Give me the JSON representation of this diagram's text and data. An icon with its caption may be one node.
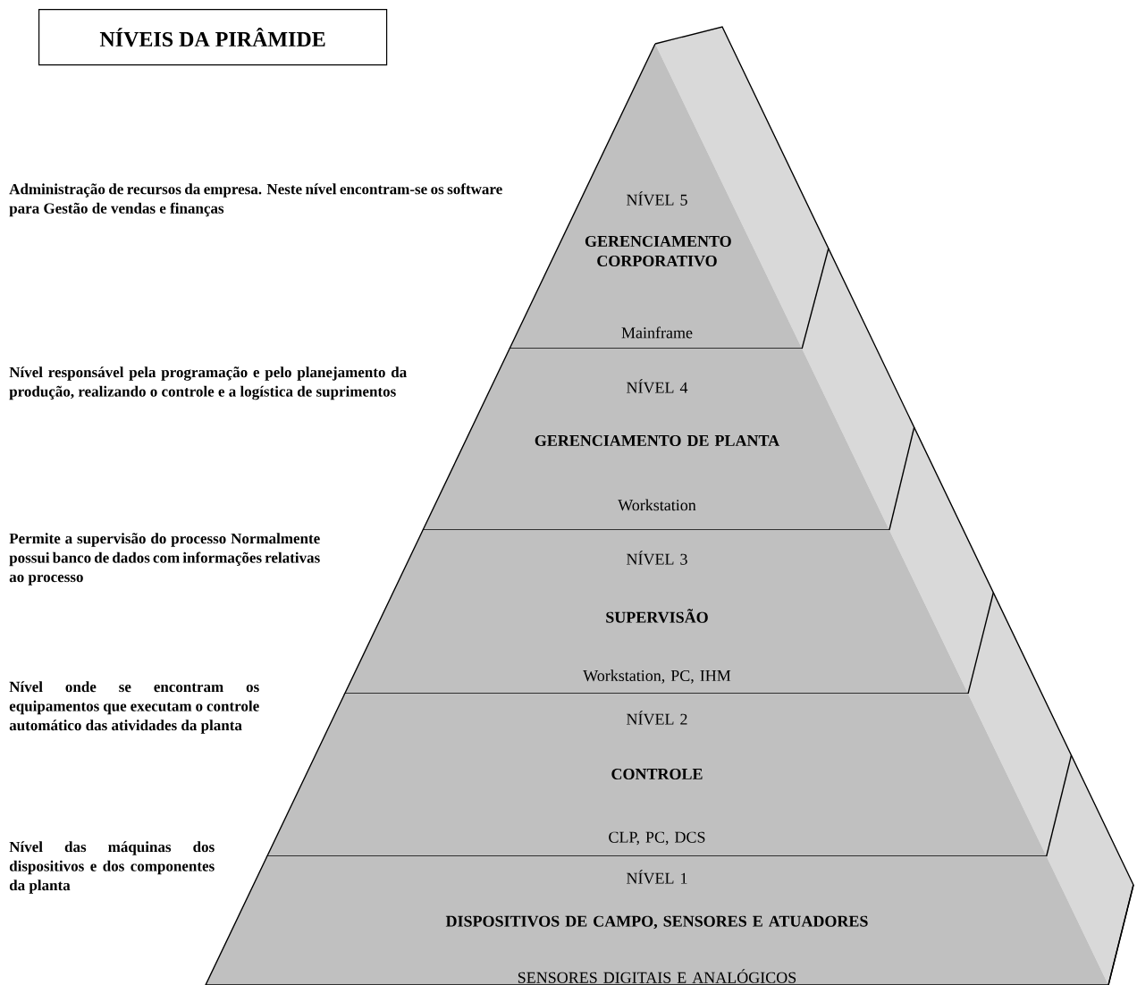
{
  "diagram": {
    "title": "NÍVEIS DA PIRÂMIDE",
    "nodes": [
      {
        "text": [
          "NÍVEL 5",
          "GERENCIAMENTO CORPORATIVO",
          "Mainframe"
        ]
      },
      {
        "text": [
          "NÍVEL 4",
          "GERENCIAMENTO DE PLANTA",
          "Workstation"
        ]
      },
      {
        "text": [
          "NÍVEL 3",
          "SUPERVISÃO",
          "Workstation, PC, IHM"
        ]
      },
      {
        "text": [
          "NÍVEL 2",
          "CONTROLE",
          "CLP, PC, DCS"
        ]
      },
      {
        "text": [
          "NÍVEL 1",
          "DISPOSITIVOS DE CAMPO, SENSORES E ATUADORES",
          "SENSORES DIGITAIS E ANALÓGICOS"
        ]
      }
    ],
    "labels": [
      "Administração de recursos da empresa. Neste nível encontram-se os software para Gestão de vendas e finanças",
      "Nível responsável pela programação e pelo planejamento da produção, realizando o controle e a logística de suprimentos",
      "Permite a supervisão do processo Normalmente possui banco de dados com informações relativas ao processo",
      "Nível onde se encontram os equipamentos que executam o controle automático das atividades da planta",
      "Nível das máquinas dos dispositivos e dos componentes da planta"
    ]
  }
}
